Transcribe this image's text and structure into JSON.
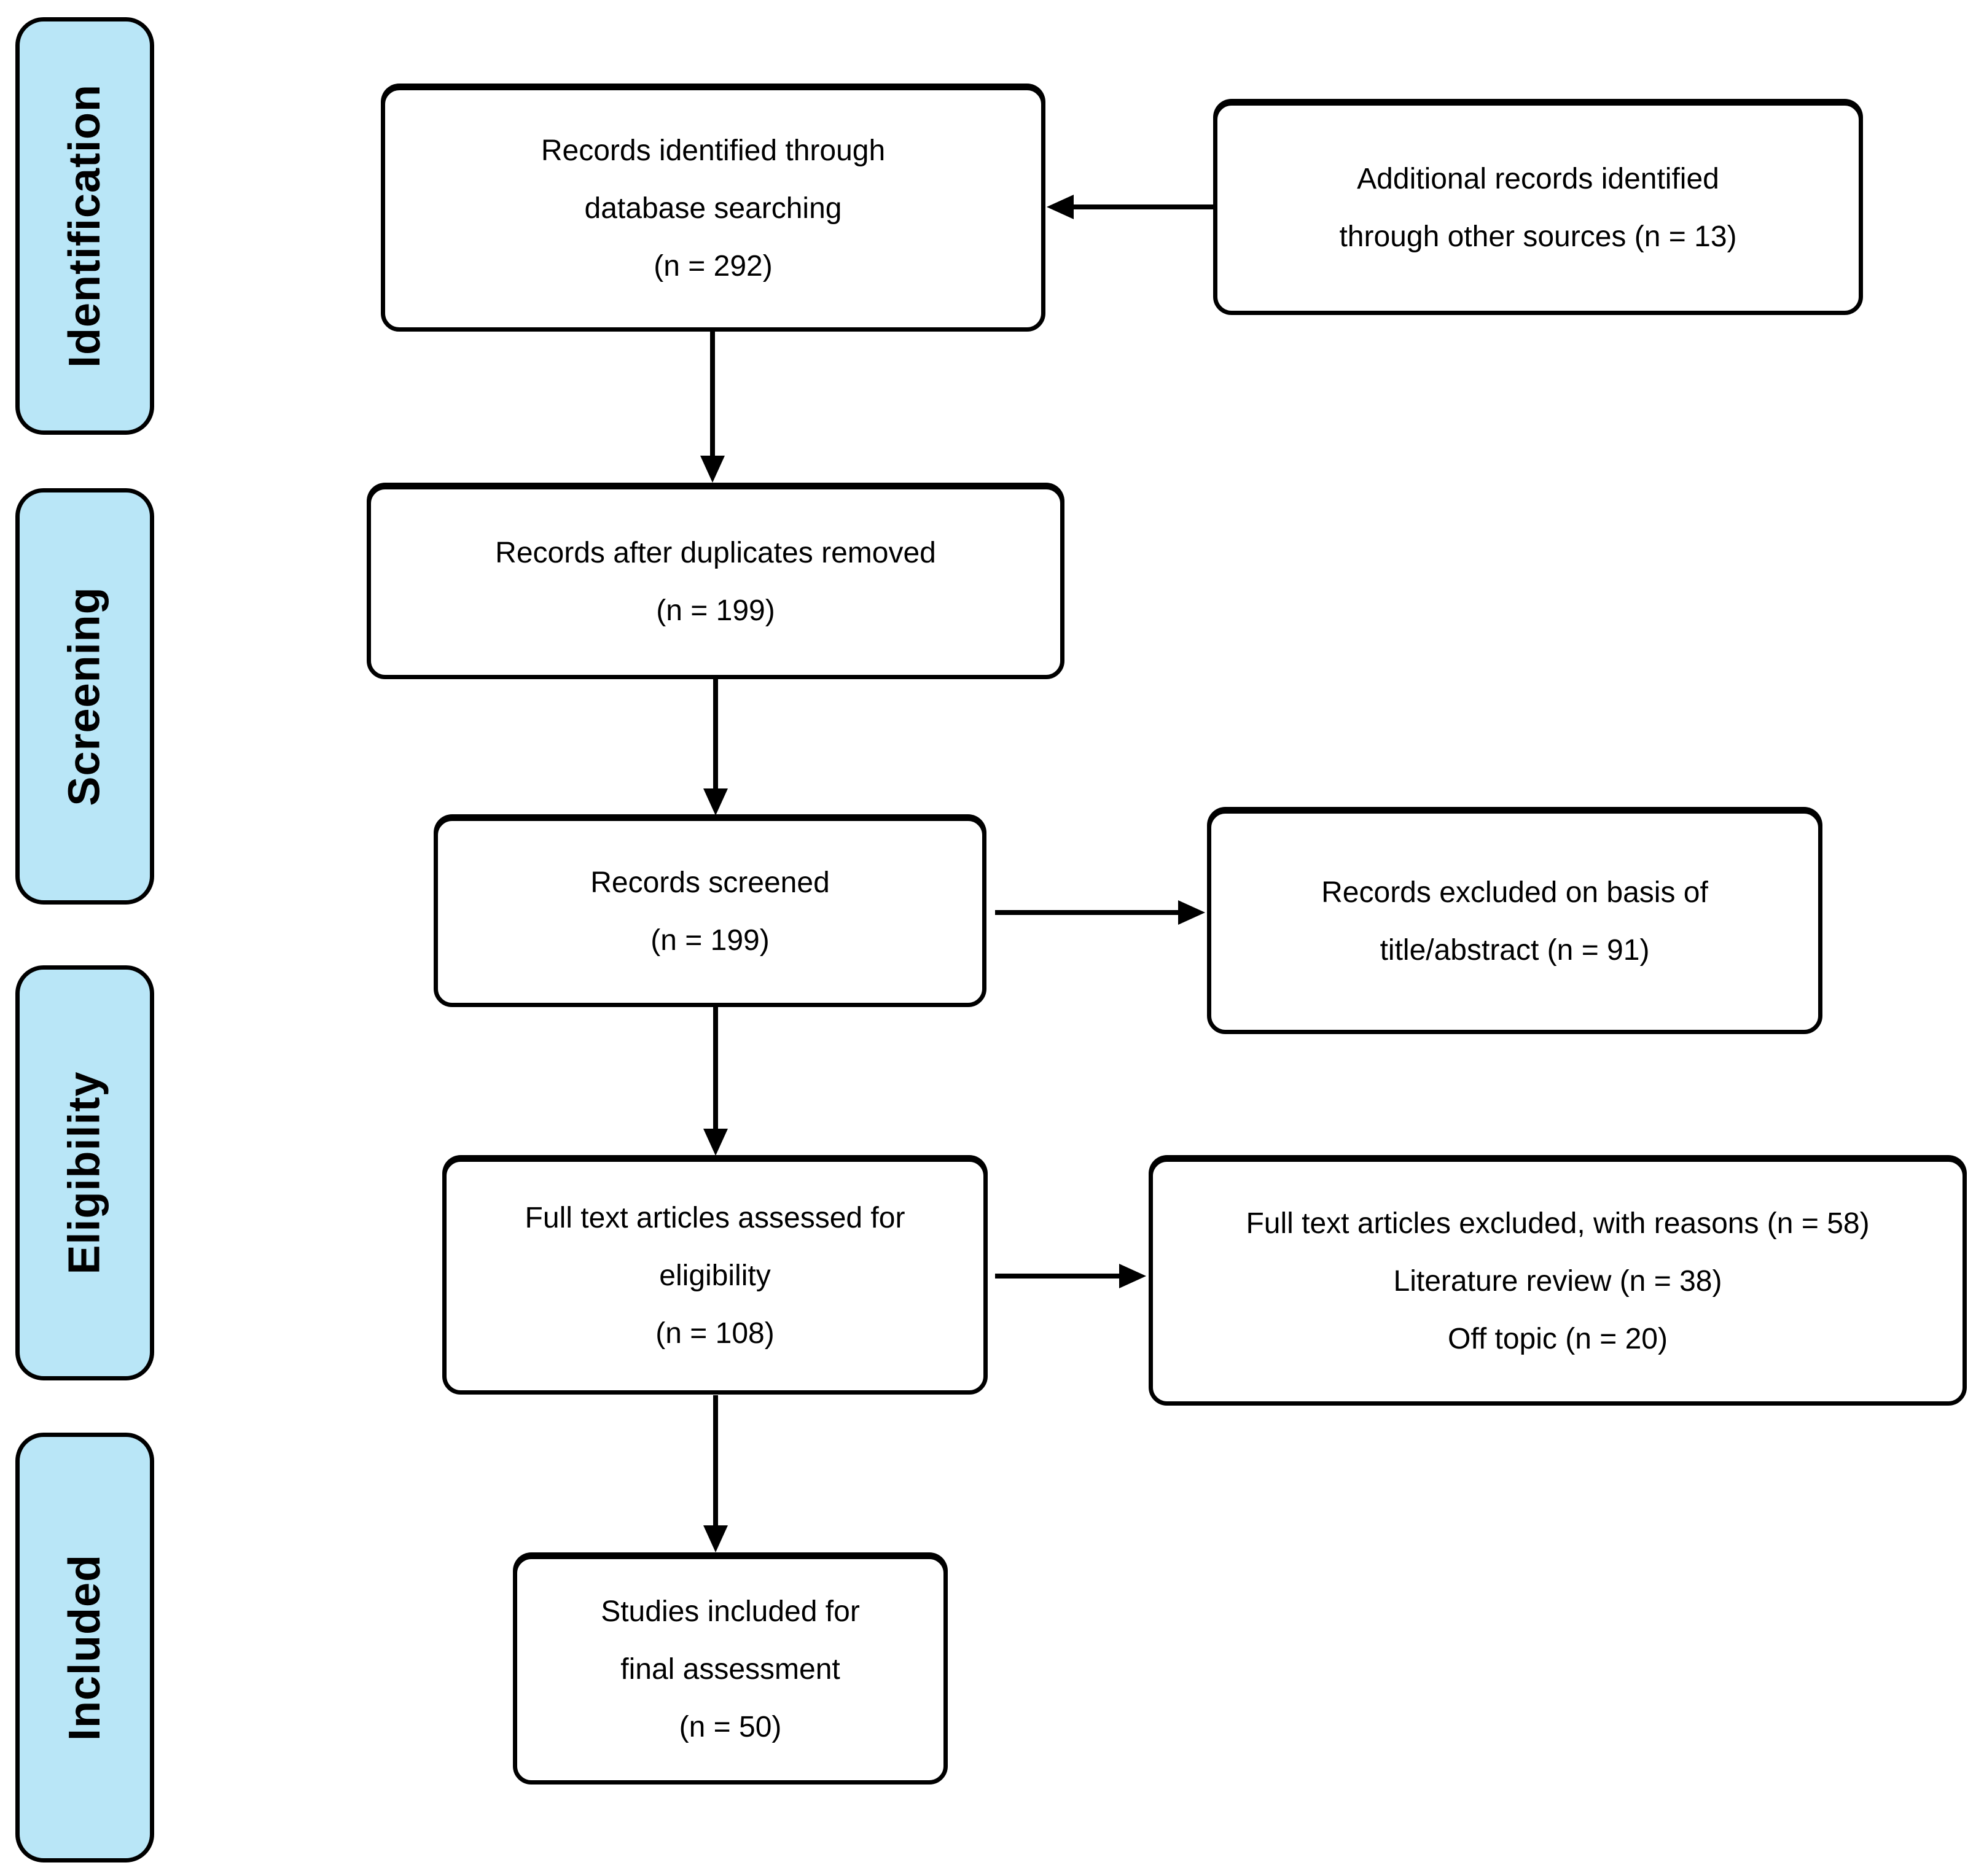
{
  "title": "PRISMA study selection flow diagram",
  "colors": {
    "stage_fill": "#b9e6f7",
    "stroke": "#000000",
    "box_fill": "#ffffff"
  },
  "sidebar": {
    "labels": [
      "Identification",
      "Screening",
      "Eligibility",
      "Included"
    ]
  },
  "boxes": {
    "records_identified": {
      "lines": [
        "Records identified through",
        "database searching",
        "(n = 292)"
      ]
    },
    "additional_records": {
      "lines": [
        "Additional records identified",
        "through other sources (n = 13)"
      ]
    },
    "duplicates_removed": {
      "lines": [
        "Records after duplicates removed",
        "(n = 199)"
      ]
    },
    "records_screened": {
      "lines": [
        "Records screened",
        "(n = 199)"
      ]
    },
    "records_excluded_title_abstract": {
      "lines": [
        "Records excluded on basis of",
        "title/abstract (n = 91)"
      ]
    },
    "full_text_assessed": {
      "lines": [
        "Full text articles assessed for",
        "eligibility",
        "(n = 108)"
      ]
    },
    "full_text_excluded": {
      "lines": [
        "Full text articles excluded, with reasons (n = 58)",
        "Literature review (n = 38)",
        "Off topic (n = 20)"
      ]
    },
    "studies_included": {
      "lines": [
        "Studies included for",
        "final assessment",
        "(n = 50)"
      ]
    }
  },
  "arrows": [
    {
      "from": "additional_records",
      "to": "records_identified",
      "direction": "left"
    },
    {
      "from": "records_identified",
      "to": "duplicates_removed",
      "direction": "down"
    },
    {
      "from": "duplicates_removed",
      "to": "records_screened",
      "direction": "down"
    },
    {
      "from": "records_screened",
      "to": "records_excluded_title_abstract",
      "direction": "right"
    },
    {
      "from": "records_screened",
      "to": "full_text_assessed",
      "direction": "down"
    },
    {
      "from": "full_text_assessed",
      "to": "full_text_excluded",
      "direction": "right"
    },
    {
      "from": "full_text_assessed",
      "to": "studies_included",
      "direction": "down"
    }
  ]
}
